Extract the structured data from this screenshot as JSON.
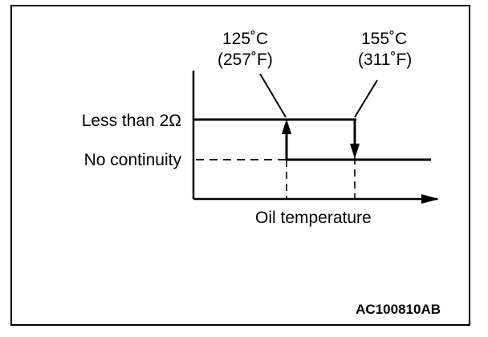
{
  "diagram": {
    "state_high": "Less than 2Ω",
    "state_low": "No continuity",
    "x_axis_label": "Oil temperature",
    "switch_on": {
      "celsius": "125˚C",
      "fahrenheit": "(257˚F)"
    },
    "switch_off": {
      "celsius": "155˚C",
      "fahrenheit": "(311˚F)"
    },
    "figure_code": "AC100810AB",
    "colors": {
      "line": "#000000",
      "background": "#ffffff"
    }
  }
}
